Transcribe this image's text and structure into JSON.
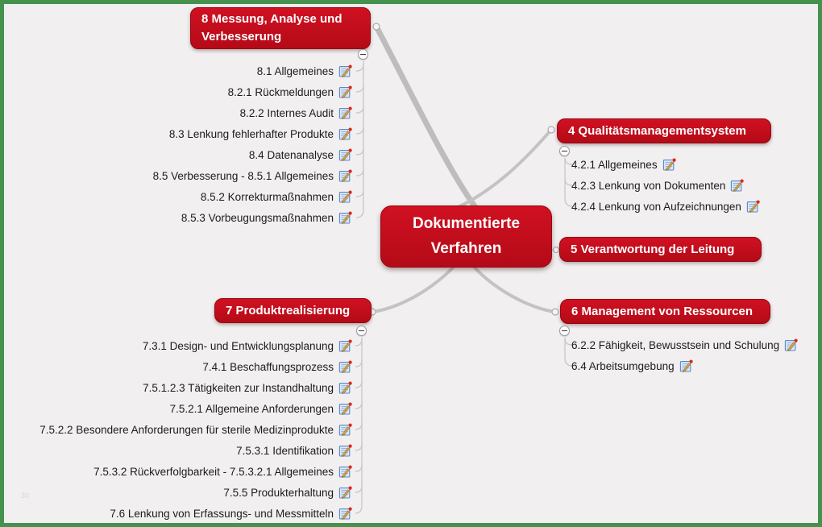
{
  "canvas": {
    "background": "#f1eff0",
    "frame_color": "#44924e",
    "connector_color": "#bfbfbf",
    "topic_red": "#c00d1b",
    "watermark": "30"
  },
  "center": {
    "label": "Dokumentierte\nVerfahren"
  },
  "branches": {
    "b8": {
      "label": "8 Messung, Analyse und\nVerbesserung",
      "items": [
        "8.1 Allgemeines",
        "8.2.1 Rückmeldungen",
        "8.2.2 Internes Audit",
        "8.3 Lenkung fehlerhafter Produkte",
        "8.4 Datenanalyse",
        "8.5 Verbesserung - 8.5.1 Allgemeines",
        "8.5.2 Korrekturmaßnahmen",
        "8.5.3 Vorbeugungsmaßnahmen"
      ]
    },
    "b4": {
      "label": "4 Qualitätsmanagementsystem",
      "items": [
        "4.2.1 Allgemeines",
        "4.2.3 Lenkung von Dokumenten",
        "4.2.4 Lenkung von Aufzeichnungen"
      ]
    },
    "b5": {
      "label": "5 Verantwortung der Leitung",
      "items": []
    },
    "b6": {
      "label": "6 Management von Ressourcen",
      "items": [
        "6.2.2 Fähigkeit, Bewusstsein und Schulung",
        "6.4 Arbeitsumgebung"
      ]
    },
    "b7": {
      "label": "7 Produktrealisierung",
      "items": [
        "7.3.1 Design- und Entwicklungsplanung",
        "7.4.1 Beschaffungsprozess",
        "7.5.1.2.3 Tätigkeiten zur Instandhaltung",
        "7.5.2.1 Allgemeine Anforderungen",
        "7.5.2.2 Besondere Anforderungen für sterile Medizinprodukte",
        "7.5.3.1 Identifikation",
        "7.5.3.2 Rückverfolgbarkeit - 7.5.3.2.1 Allgemeines",
        "7.5.5 Produkterhaltung",
        "7.6 Lenkung von Erfassungs- und Messmitteln"
      ]
    }
  }
}
